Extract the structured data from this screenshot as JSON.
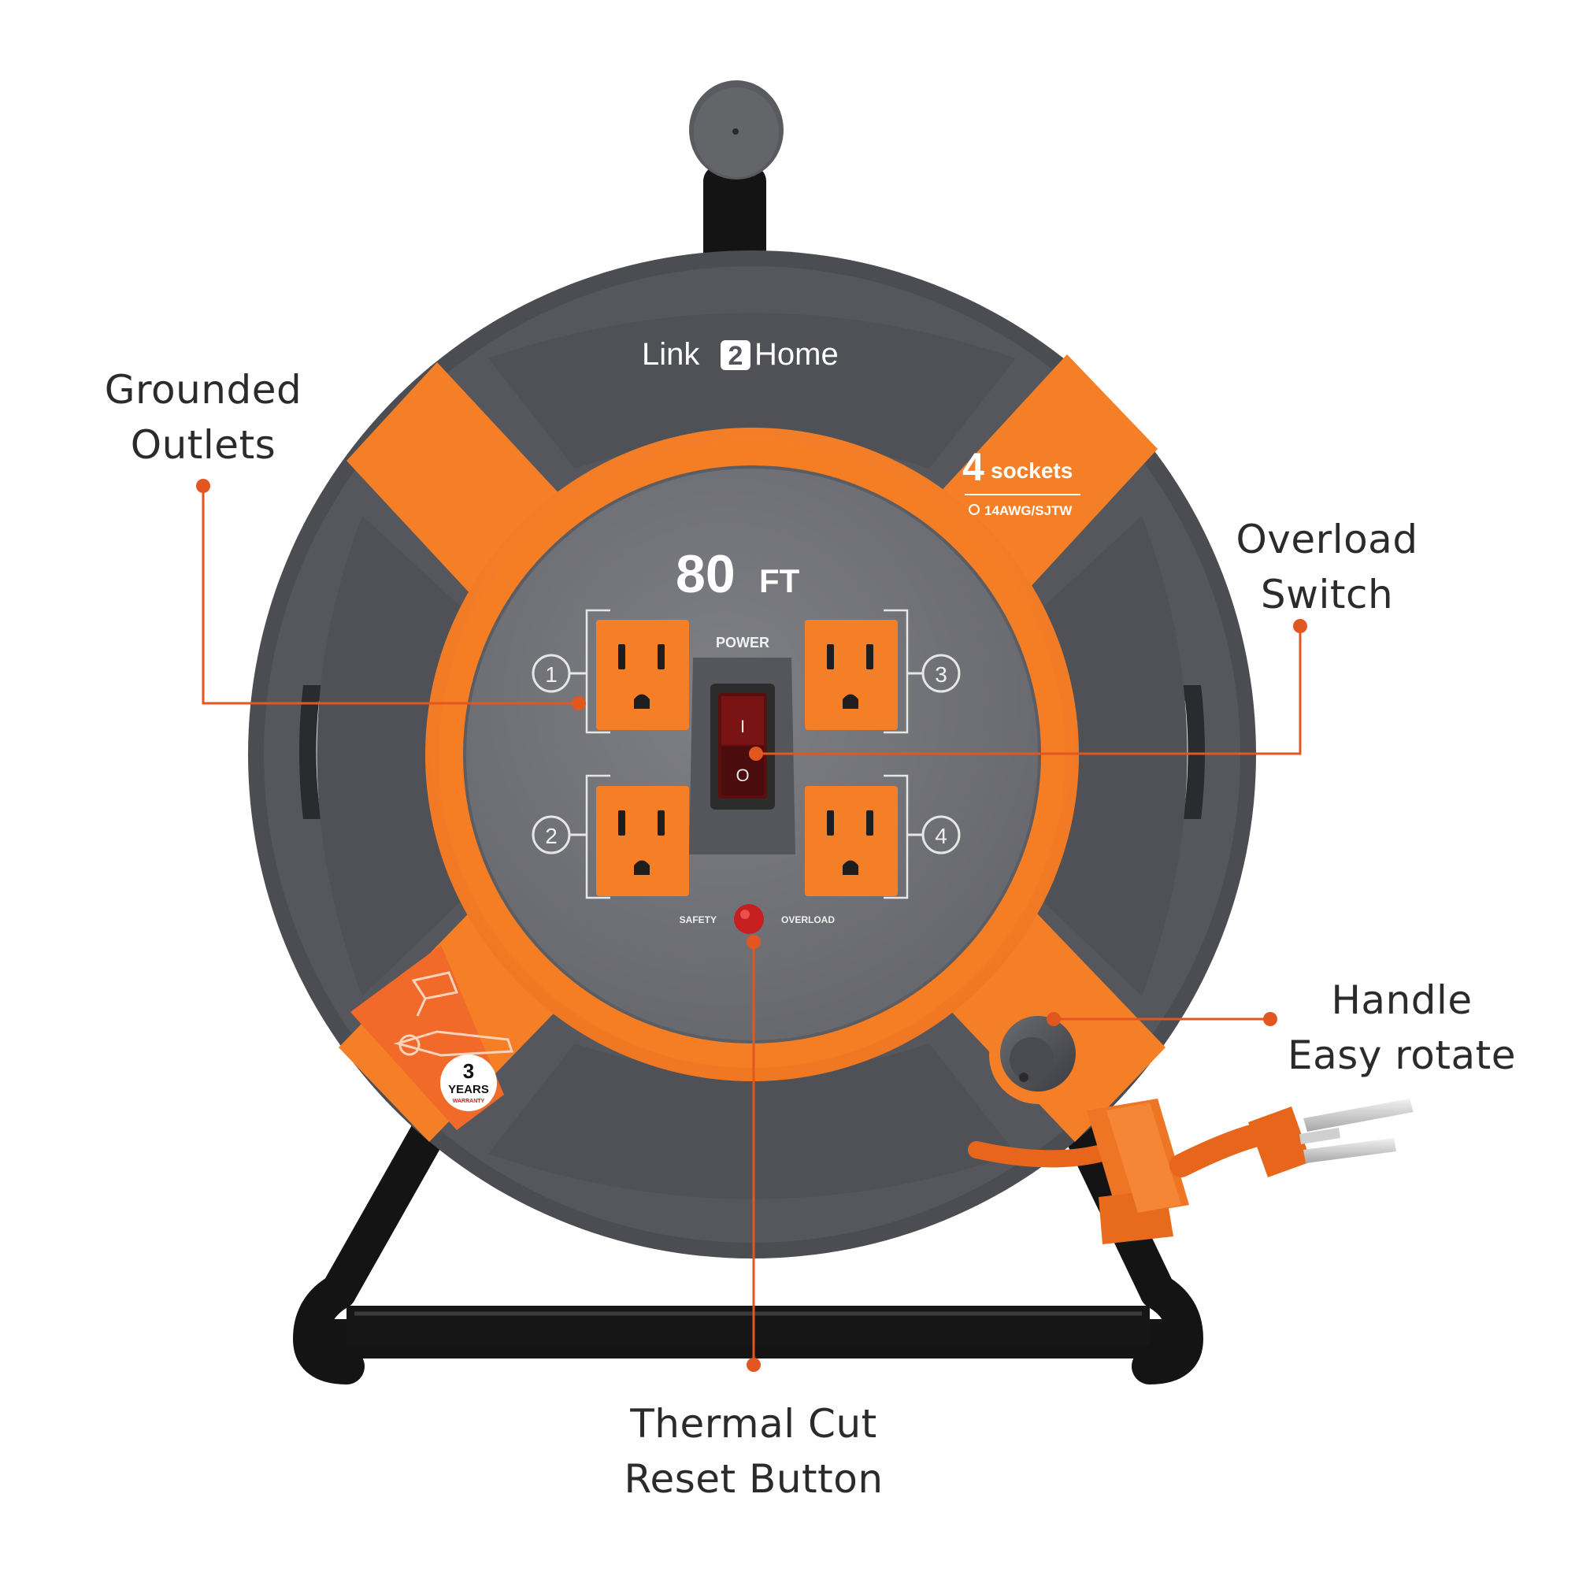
{
  "brand": {
    "pre": "Link",
    "mid": "2",
    "post": "Home"
  },
  "sockets_badge": {
    "count": "4",
    "word": "sockets",
    "spec": "14AWG/SJTW"
  },
  "length_label": {
    "number": "80",
    "unit": "FT"
  },
  "power_label": "POWER",
  "switch_marks": {
    "on": "I",
    "off": "O"
  },
  "outlet_numbers": [
    "1",
    "2",
    "3",
    "4"
  ],
  "reset_labels": {
    "left": "SAFETY",
    "right": "OVERLOAD"
  },
  "warranty": {
    "number": "3",
    "word": "YEARS",
    "sub": "WARRANTY"
  },
  "callouts": {
    "grounded_outlets": {
      "line1": "Grounded",
      "line2": "Outlets"
    },
    "overload_switch": {
      "line1": "Overload",
      "line2": "Switch"
    },
    "handle": {
      "line1": "Handle",
      "line2": "Easy rotate"
    },
    "thermal_cut": {
      "line1": "Thermal Cut",
      "line2": "Reset Button"
    }
  },
  "colors": {
    "accent": "#e1571f",
    "body_orange": "#f47f27",
    "dark_gray": "#53545a",
    "panel_gray": "#717277",
    "frame_black": "#161616"
  }
}
